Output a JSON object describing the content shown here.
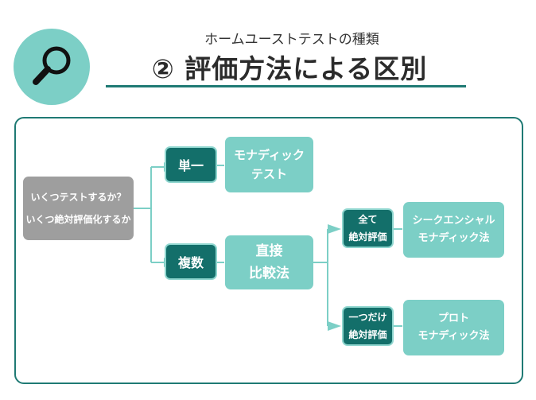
{
  "header": {
    "subtitle": "ホームユーストテストの種類",
    "title": "② 評価方法による区別"
  },
  "diagram": {
    "question": {
      "line1": "いくつテストするか？",
      "line2": "いくつ絶対評価化するか"
    },
    "single": {
      "label": "単一",
      "method_line1": "モナディック",
      "method_line2": "テスト"
    },
    "multiple": {
      "label": "複数",
      "method_line1": "直接",
      "method_line2": "比較法"
    },
    "all_absolute": {
      "label_line1": "全て",
      "label_line2": "絶対評価",
      "method_line1": "シークエンシャル",
      "method_line2": "モナディック法"
    },
    "one_absolute": {
      "label_line1": "一つだけ",
      "label_line2": "絶対評価",
      "method_line1": "プロト",
      "method_line2": "モナディック法"
    }
  },
  "colors": {
    "teal_dark": "#136f6a",
    "teal_light": "#7ccfc6",
    "gray": "#9e9e9e",
    "frame": "#1f7a74"
  },
  "icons": {
    "header": "magnifier-icon"
  }
}
